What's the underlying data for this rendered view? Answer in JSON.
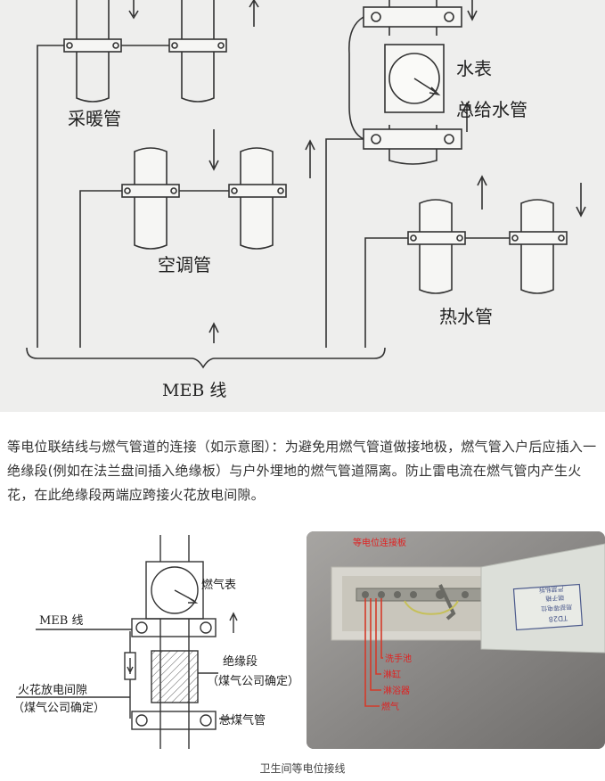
{
  "figure1": {
    "labels": {
      "heating": "采暖管",
      "ac": "空调管",
      "meter": "水表",
      "main_supply": "总给水管",
      "hot_water": "热水管",
      "meb": "MEB 线"
    }
  },
  "paragraph": "等电位联结线与燃气管道的连接（如示意图）：为避免用燃气管道做接地极，燃气管入户后应插入一绝缘段(例如在法兰盘间插入绝缘板）与户外埋地的燃气管道隔离。防止雷电流在燃气管内产生火花，在此绝缘段两端应跨接火花放电间隙。",
  "figure2": {
    "labels": {
      "gas_meter": "燃气表",
      "meb_line": "MEB 线",
      "insulation": "绝缘段",
      "insulation_note": "（煤气公司确定）",
      "spark_gap": "火花放电间隙",
      "spark_note": "（煤气公司确定）",
      "main_gas": "总煤气管"
    }
  },
  "photo": {
    "top_label": "等电位连接板",
    "wire_labels": [
      "洗手池",
      "淋缸",
      "淋浴器",
      "燃气"
    ],
    "panel_text": [
      "TD28",
      "局部等电位",
      "端子箱",
      "严禁私拆"
    ]
  },
  "caption": "卫生间等电位接线",
  "colors": {
    "fig_bg": "#eeeeed",
    "red_label": "#e02020",
    "wire_red": "#d43a2a"
  }
}
